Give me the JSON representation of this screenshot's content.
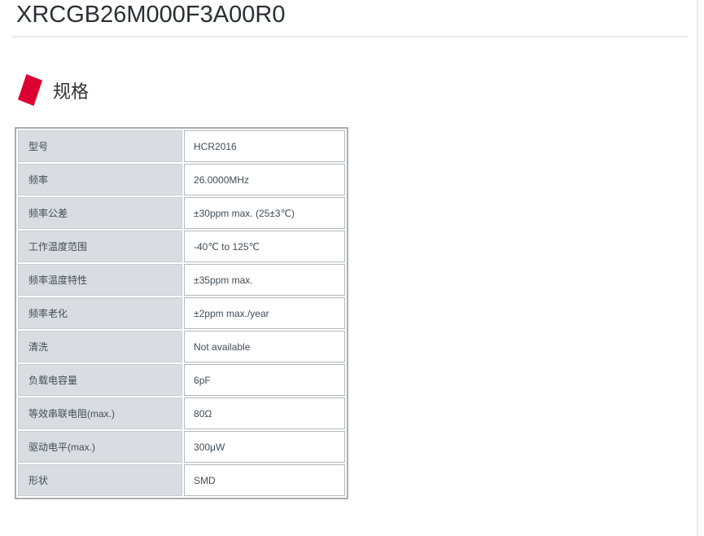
{
  "page": {
    "title": "XRCGB26M000F3A00R0"
  },
  "section": {
    "heading": "规格",
    "icon": "red-petal-icon"
  },
  "spec_table": {
    "rows": [
      {
        "label": "型号",
        "value": "HCR2016"
      },
      {
        "label": "频率",
        "value": "26.0000MHz"
      },
      {
        "label": "频率公差",
        "value": "±30ppm max. (25±3℃)"
      },
      {
        "label": "工作温度范围",
        "value": "-40℃ to 125℃"
      },
      {
        "label": "频率温度特性",
        "value": "±35ppm max."
      },
      {
        "label": "频率老化",
        "value": "±2ppm max./year"
      },
      {
        "label": "清洗",
        "value": "Not available"
      },
      {
        "label": "负载电容量",
        "value": "6pF"
      },
      {
        "label": "等效串联电阻(max.)",
        "value": "80Ω"
      },
      {
        "label": "驱动电平(max.)",
        "value": "300μW"
      },
      {
        "label": "形状",
        "value": "SMD"
      }
    ]
  },
  "colors": {
    "accent_red": "#dc0032",
    "title_text": "#2b2e33",
    "cell_text": "#414c57",
    "table_header_bg": "#d9dde1",
    "table_outer_border": "#a8aeb4",
    "cell_border": "#b3b8be",
    "divider": "#e9e9e9"
  }
}
